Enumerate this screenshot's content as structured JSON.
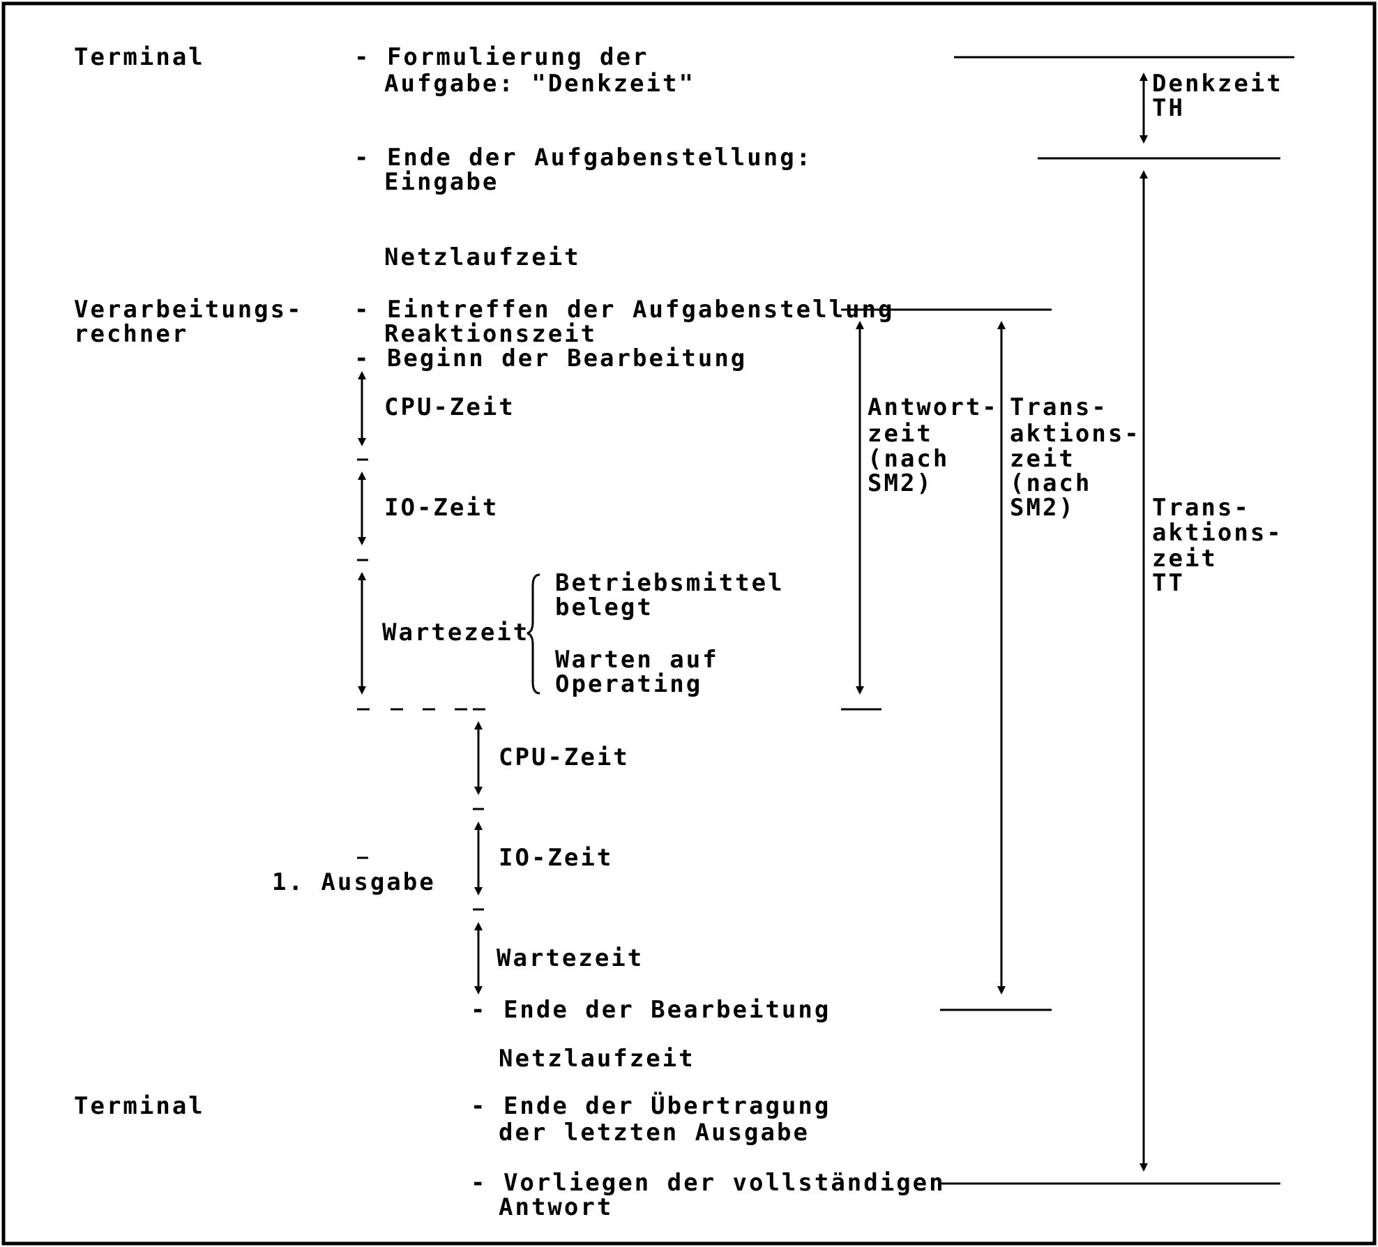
{
  "diagram": {
    "lanes": {
      "terminal_top": "Terminal",
      "processor": [
        "Verarbeitungs-",
        "rechner"
      ],
      "terminal_bottom": "Terminal"
    },
    "steps": {
      "formulierung": [
        "- Formulierung der",
        "Aufgabe: \"Denkzeit\""
      ],
      "ende_aufgabe": [
        "- Ende der Aufgabenstellung:",
        "Eingabe"
      ],
      "netzlaufzeit_1": "Netzlaufzeit",
      "eintreffen": "- Eintreffen der Aufgabenstellung",
      "reaktionszeit": "Reaktionszeit",
      "beginn": "- Beginn der Bearbeitung",
      "cpu_1": "CPU-Zeit",
      "io_1": "IO-Zeit",
      "wartezeit_1": "Wartezeit",
      "betriebsmittel": [
        "Betriebsmittel",
        "belegt"
      ],
      "warten_operating": [
        "Warten auf",
        "Operating"
      ],
      "cpu_2": "CPU-Zeit",
      "erste_ausgabe": "1. Ausgabe",
      "io_2": "IO-Zeit",
      "wartezeit_2": "Wartezeit",
      "ende_bearbeitung": "- Ende der Bearbeitung",
      "netzlaufzeit_2": "Netzlaufzeit",
      "ende_uebertragung": [
        "- Ende der Übertragung",
        "der letzten Ausgabe"
      ],
      "vorliegen": [
        "- Vorliegen der vollständigen",
        "Antwort"
      ]
    },
    "intervals": {
      "denkzeit": [
        "Denkzeit",
        "TH"
      ],
      "antwortzeit": [
        "Antwort-",
        "zeit",
        "(nach",
        "SM2)"
      ],
      "transaktionszeit_sm2": [
        "Trans-",
        "aktions-",
        "zeit",
        "(nach",
        "SM2)"
      ],
      "transaktionszeit_tt": [
        "Trans-",
        "aktions-",
        "zeit",
        "TT"
      ]
    }
  }
}
